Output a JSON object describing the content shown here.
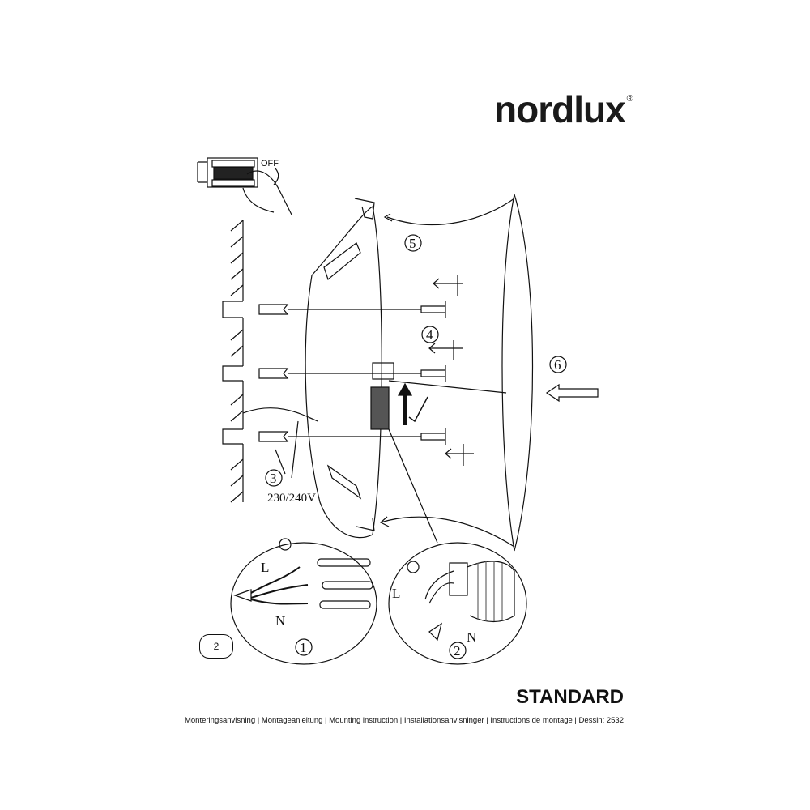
{
  "brand": {
    "name": "nordlux",
    "registered": "®"
  },
  "diagram": {
    "switch_label": "OFF",
    "steps": [
      "1",
      "2",
      "3",
      "4",
      "5",
      "6"
    ],
    "voltage": "230/240V",
    "live_label": "L",
    "neutral_label": "N"
  },
  "page_number": "2",
  "product_title": "STANDARD",
  "footer": "Monteringsanvisning | Montageanleitung | Mounting instruction | Installationsanvisninger | Instructions de montage | Dessin: 2532"
}
